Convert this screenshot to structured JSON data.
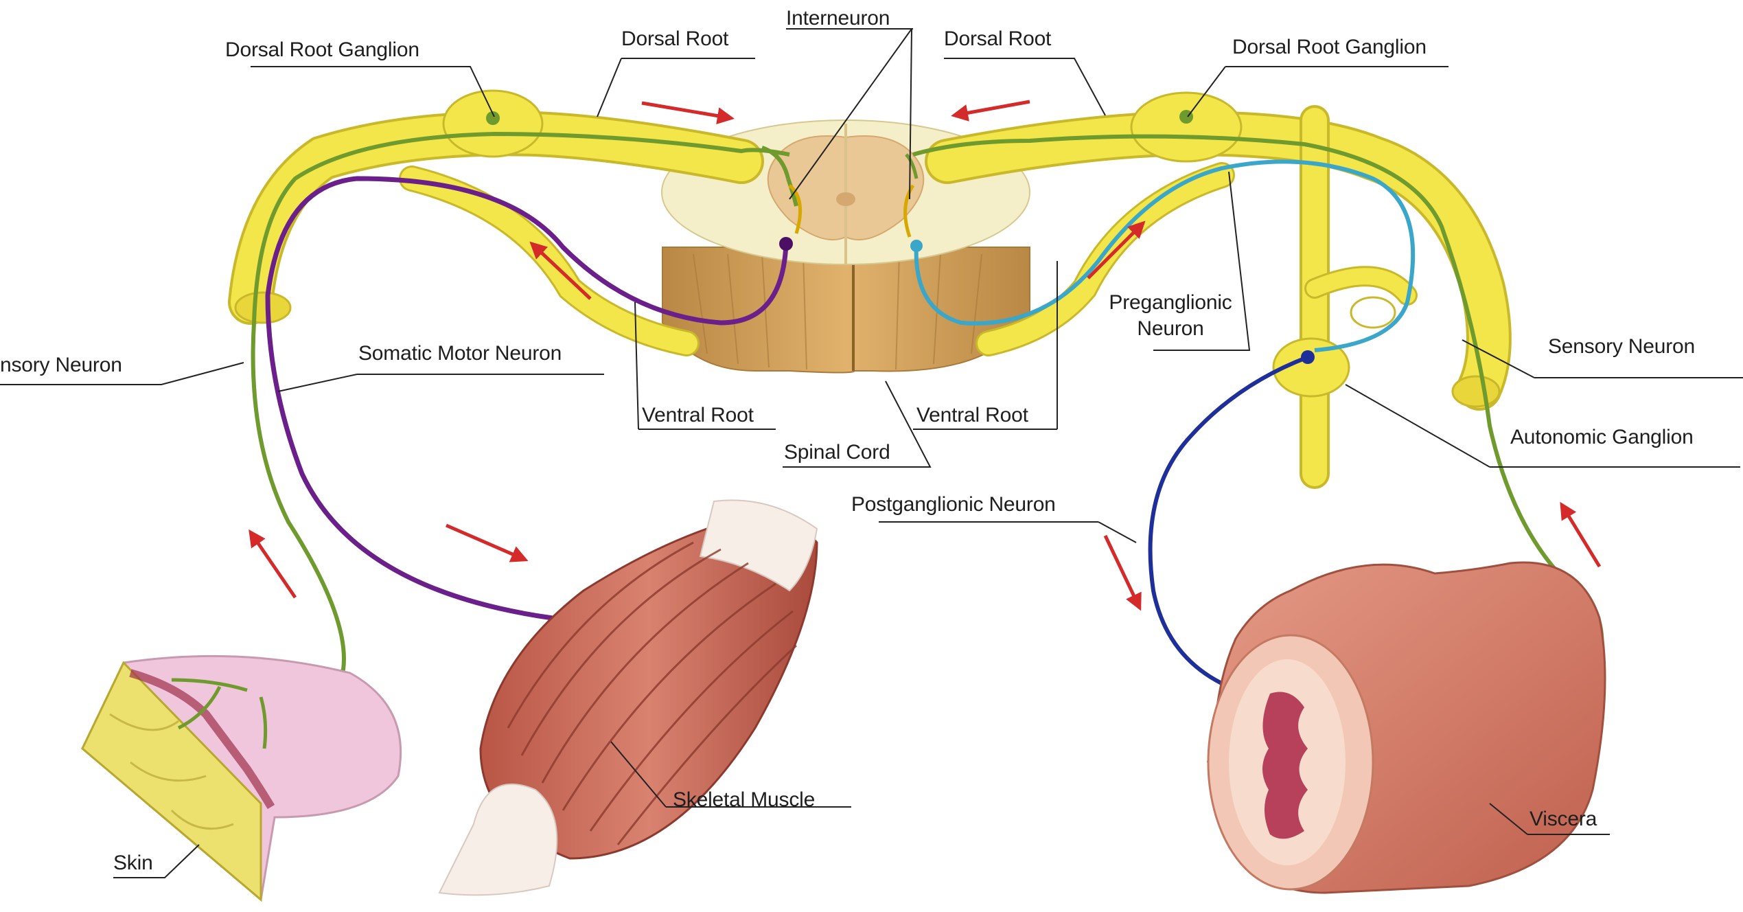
{
  "labels": {
    "drg_left": "Dorsal Root Ganglion",
    "dorsal_root_left": "Dorsal Root",
    "interneuron": "Interneuron",
    "dorsal_root_right": "Dorsal Root",
    "drg_right": "Dorsal Root Ganglion",
    "sensory_neuron_left": "nsory Neuron",
    "somatic_motor_neuron": "Somatic Motor Neuron",
    "preganglionic_neuron": "Preganglionic\nNeuron",
    "sensory_neuron_right": "Sensory Neuron",
    "ventral_root_left": "Ventral Root",
    "ventral_root_right": "Ventral Root",
    "spinal_cord": "Spinal Cord",
    "autonomic_ganglion": "Autonomic Ganglion",
    "postganglionic_neuron": "Postganglionic Neuron",
    "skeletal_muscle": "Skeletal Muscle",
    "skin": "Skin",
    "viscera": "Viscera"
  },
  "colors": {
    "nerve": "#f2e64a",
    "nerve_edge": "#c9b92a",
    "sensory": "#6f9a2e",
    "somatic_motor": "#6a1f8a",
    "preganglionic": "#3aa6c9",
    "postganglionic": "#1f2f9a",
    "arrow": "#d42a2a",
    "cord_white": "#f4eecb",
    "cord_grey": "#e8c89a",
    "cord_body": "#c99a58",
    "muscle": "#c96a56",
    "skin": "#f0c6dc",
    "viscera": "#d6826e"
  }
}
